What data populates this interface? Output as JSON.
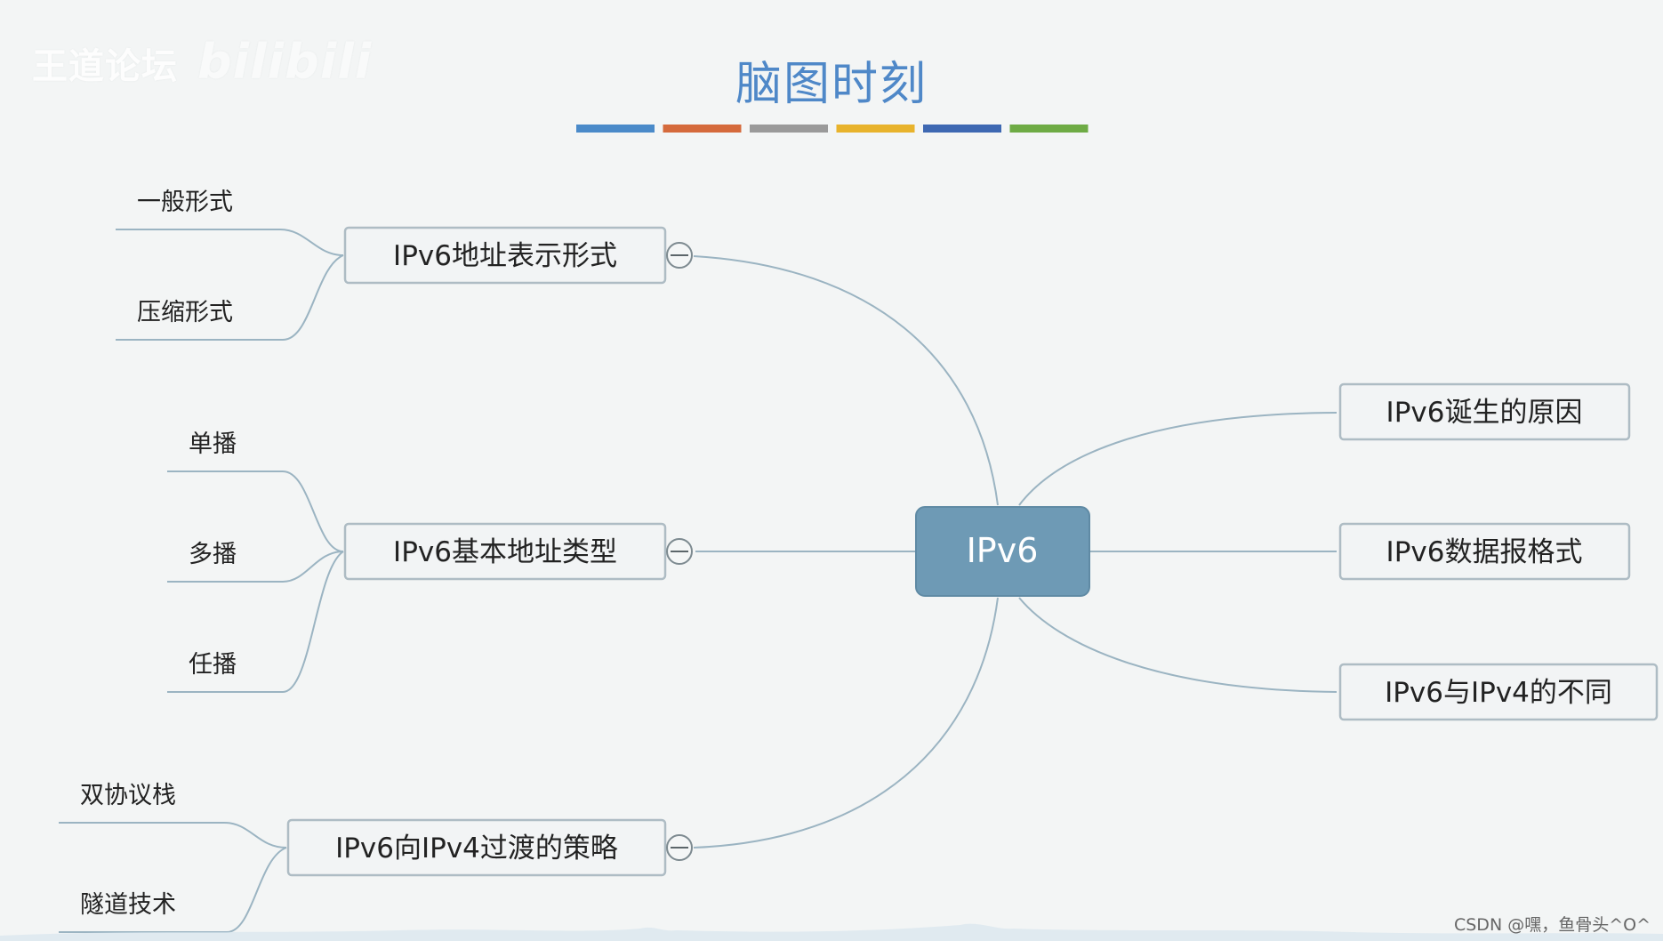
{
  "header": {
    "watermark_text": "王道论坛",
    "watermark_brand": "bilibili",
    "title": "脑图时刻",
    "color_bar": [
      "#4a8ac9",
      "#d56a3c",
      "#9a9a9a",
      "#e8b32c",
      "#3e68b2",
      "#6eab45"
    ]
  },
  "mindmap": {
    "center": "IPv6",
    "branches_left": [
      {
        "label": "IPv6地址表示形式",
        "children": [
          "一般形式",
          "压缩形式"
        ]
      },
      {
        "label": "IPv6基本地址类型",
        "children": [
          "单播",
          "多播",
          "任播"
        ]
      },
      {
        "label": "IPv6向IPv4过渡的策略",
        "children": [
          "双协议栈",
          "隧道技术"
        ]
      }
    ],
    "branches_right": [
      {
        "label": "IPv6诞生的原因"
      },
      {
        "label": "IPv6数据报格式"
      },
      {
        "label": "IPv6与IPv4的不同"
      }
    ],
    "colors": {
      "center_fill": "#6e9ab5",
      "line": "#9bb4c2",
      "box_stroke": "#aebcc4",
      "box_fill": "#f2f4f5"
    }
  },
  "footer": {
    "credit": "CSDN @嘿，鱼骨头^O^"
  }
}
